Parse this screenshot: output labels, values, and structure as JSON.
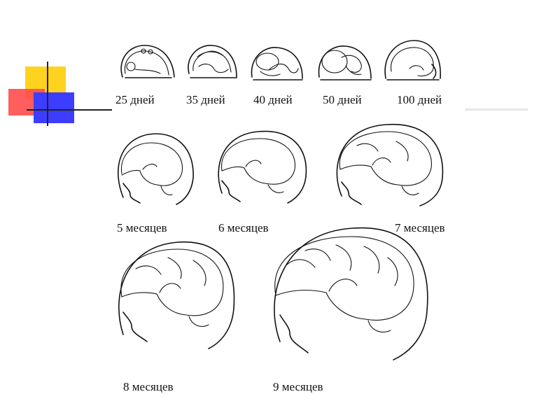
{
  "decoration": {
    "square_colors": [
      "#ffd21f",
      "#ff4d4d",
      "#3d3dff"
    ]
  },
  "stages": [
    {
      "label": "25 дней"
    },
    {
      "label": "35 дней"
    },
    {
      "label": "40 дней"
    },
    {
      "label": "50 дней"
    },
    {
      "label": "100 дней"
    },
    {
      "label": "5 месяцев"
    },
    {
      "label": "6 месяцев"
    },
    {
      "label": "7 месяцев"
    },
    {
      "label": "8 месяцев"
    },
    {
      "label": "9 месяцев"
    }
  ]
}
